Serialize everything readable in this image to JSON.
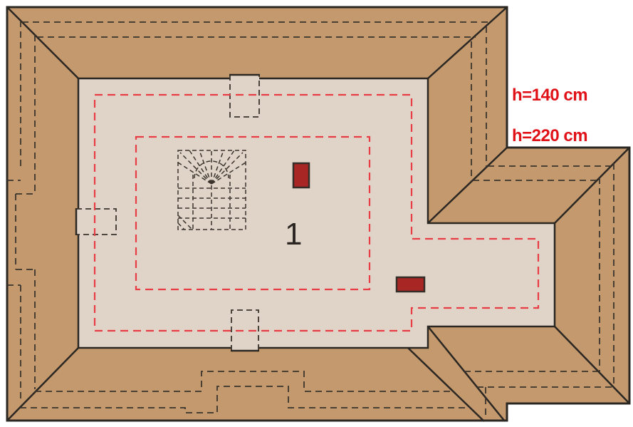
{
  "plan": {
    "room_label": "1",
    "height_line_labels": {
      "upper": "h=140 cm",
      "lower": "h=220 cm"
    },
    "features": {
      "staircase": "winder-stair-dashed",
      "chimneys": 2,
      "dormer_openings": 3
    },
    "colors": {
      "roof": "#c4996d",
      "floor": "#e0d4c8",
      "outline": "#2b2723",
      "dash": "#3a342d",
      "red_dash": "#e93d45",
      "label_red": "#e01218",
      "chimney": "#a82724",
      "background": "#ffffff"
    }
  }
}
